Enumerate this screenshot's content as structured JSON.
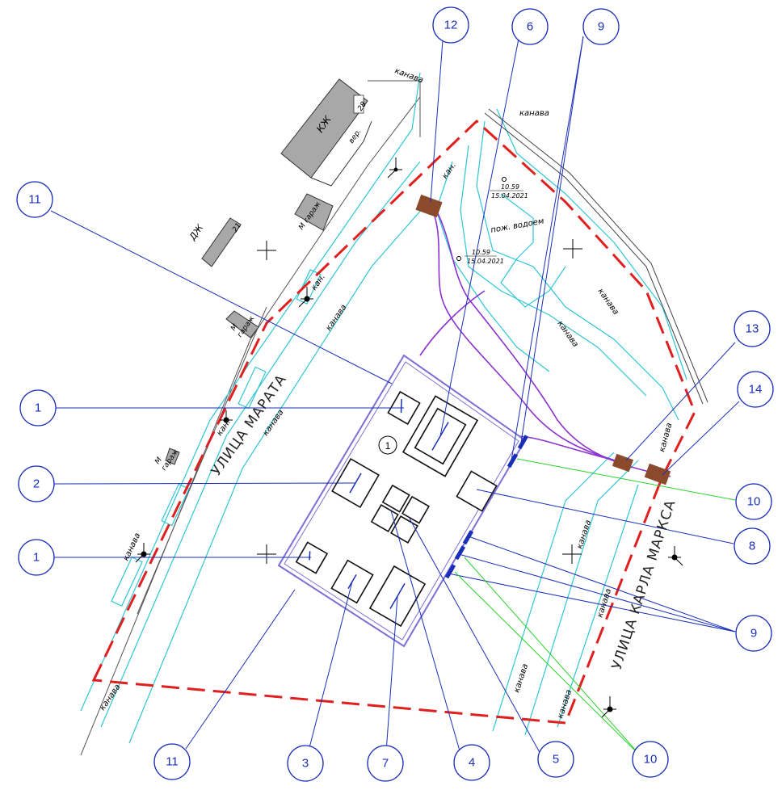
{
  "plan": {
    "streets": {
      "marata": "УЛИЦА МАРАТА",
      "karla_marksa": "УЛИЦА КАРЛА МАРКСА"
    },
    "labels": {
      "kanava": "канава",
      "kan": "кан.",
      "kzh": "КЖ",
      "ver": "вер.",
      "dzh": "ДЖ",
      "dzh_num": "21",
      "house_num": "28",
      "garazh": "гараж",
      "m": "М",
      "m_garazh": "М гараж",
      "pozh_vodoem": "пож. водоем",
      "point1_elev": "10.59",
      "point1_date": "15.04.2021",
      "point2_elev": "10.59",
      "point2_date": "15.04.2021",
      "site_num": "1"
    },
    "callouts": [
      {
        "id": "c11a",
        "label": "11"
      },
      {
        "id": "c12",
        "label": "12"
      },
      {
        "id": "c6",
        "label": "6"
      },
      {
        "id": "c9a",
        "label": "9"
      },
      {
        "id": "c1a",
        "label": "1"
      },
      {
        "id": "c2",
        "label": "2"
      },
      {
        "id": "c1b",
        "label": "1"
      },
      {
        "id": "c13",
        "label": "13"
      },
      {
        "id": "c14",
        "label": "14"
      },
      {
        "id": "c10a",
        "label": "10"
      },
      {
        "id": "c8",
        "label": "8"
      },
      {
        "id": "c9b",
        "label": "9"
      },
      {
        "id": "c11b",
        "label": "11"
      },
      {
        "id": "c3",
        "label": "3"
      },
      {
        "id": "c7",
        "label": "7"
      },
      {
        "id": "c4",
        "label": "4"
      },
      {
        "id": "c5",
        "label": "5"
      },
      {
        "id": "c10b",
        "label": "10"
      }
    ],
    "colors": {
      "boundary": "#e01f1f",
      "callout": "#1a2fb8",
      "leader_green": "#2bd12b",
      "ditch": "#2ec6d6",
      "path": "#8b32d1",
      "gate": "#8b4a2b"
    }
  }
}
